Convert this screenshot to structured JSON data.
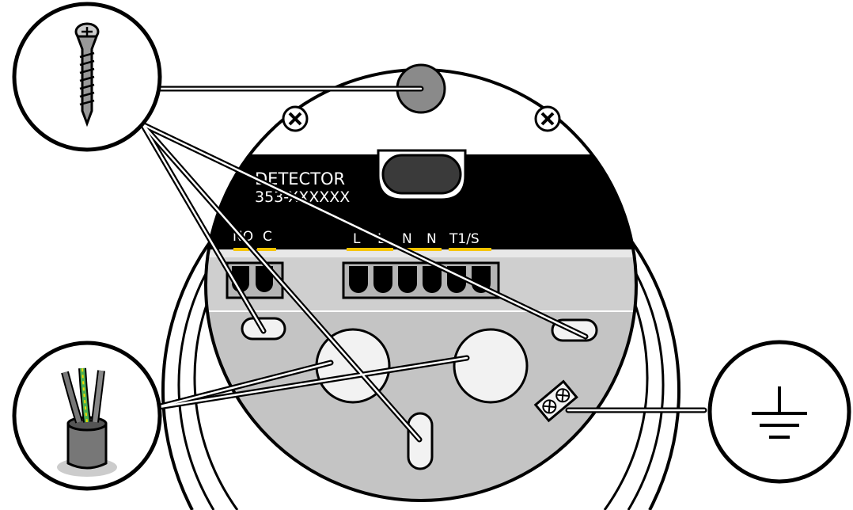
{
  "detector": {
    "title": "DETECTOR",
    "model": "353-XXXXXX"
  },
  "terminals": {
    "left": [
      "NO",
      "C"
    ],
    "right": [
      "L",
      "L",
      "N",
      "N",
      "T1/S"
    ]
  },
  "callouts": {
    "screw": "screw-icon",
    "cable": "cable-icon",
    "earth": "earth-ground-icon"
  },
  "colors": {
    "band": "#000000",
    "terminal_marker": "#f5c400",
    "plate_upper": "#cfcfcf",
    "plate_lower": "#c4c4c4",
    "knockout_fill": "#f2f2f2",
    "screw_hole": "#8a8a8a"
  }
}
